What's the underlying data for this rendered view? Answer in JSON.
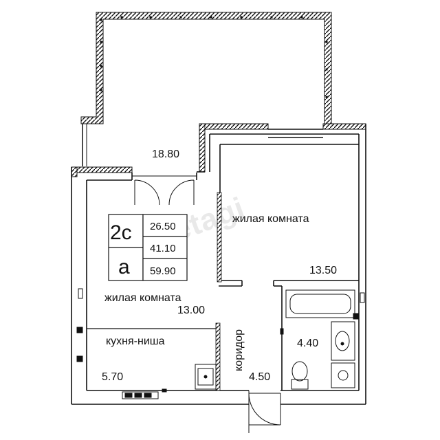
{
  "watermark": "etagi",
  "balcony": {
    "area": "18.80"
  },
  "living_room_right": {
    "label": "жилая комната",
    "area": "13.50"
  },
  "living_room_left": {
    "label": "жилая комната",
    "area": "13.00"
  },
  "kitchen": {
    "label": "кухня-ниша",
    "area": "5.70"
  },
  "corridor": {
    "label": "коридор",
    "area": "4.50"
  },
  "bathroom": {
    "area": "4.40"
  },
  "summary": {
    "rooms": "2с",
    "type": "а",
    "living_area": "26.50",
    "total_area_no_balcony": "41.10",
    "total_area": "59.90"
  }
}
